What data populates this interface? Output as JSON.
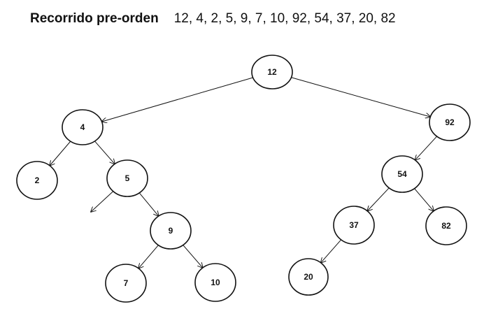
{
  "header": {
    "title": "Recorrido pre-orden",
    "sequence": "12, 4, 2, 5, 9, 7, 10, 92, 54, 37, 20, 82"
  },
  "tree": {
    "nodes": [
      {
        "id": "n12",
        "label": "12"
      },
      {
        "id": "n4",
        "label": "4"
      },
      {
        "id": "n92",
        "label": "92"
      },
      {
        "id": "n2",
        "label": "2"
      },
      {
        "id": "n5",
        "label": "5"
      },
      {
        "id": "n54",
        "label": "54"
      },
      {
        "id": "n9",
        "label": "9"
      },
      {
        "id": "n37",
        "label": "37"
      },
      {
        "id": "n82",
        "label": "82"
      },
      {
        "id": "n7",
        "label": "7"
      },
      {
        "id": "n10",
        "label": "10"
      },
      {
        "id": "n20",
        "label": "20"
      }
    ],
    "edges": [
      {
        "from": "n12",
        "to": "n4"
      },
      {
        "from": "n12",
        "to": "n92"
      },
      {
        "from": "n4",
        "to": "n2"
      },
      {
        "from": "n4",
        "to": "n5"
      },
      {
        "from": "n5",
        "to": null
      },
      {
        "from": "n5",
        "to": "n9"
      },
      {
        "from": "n9",
        "to": "n7"
      },
      {
        "from": "n9",
        "to": "n10"
      },
      {
        "from": "n92",
        "to": "n54"
      },
      {
        "from": "n54",
        "to": "n37"
      },
      {
        "from": "n54",
        "to": "n82"
      },
      {
        "from": "n37",
        "to": "n20"
      }
    ]
  },
  "colors": {
    "stroke": "#111111",
    "fill": "#ffffff"
  }
}
